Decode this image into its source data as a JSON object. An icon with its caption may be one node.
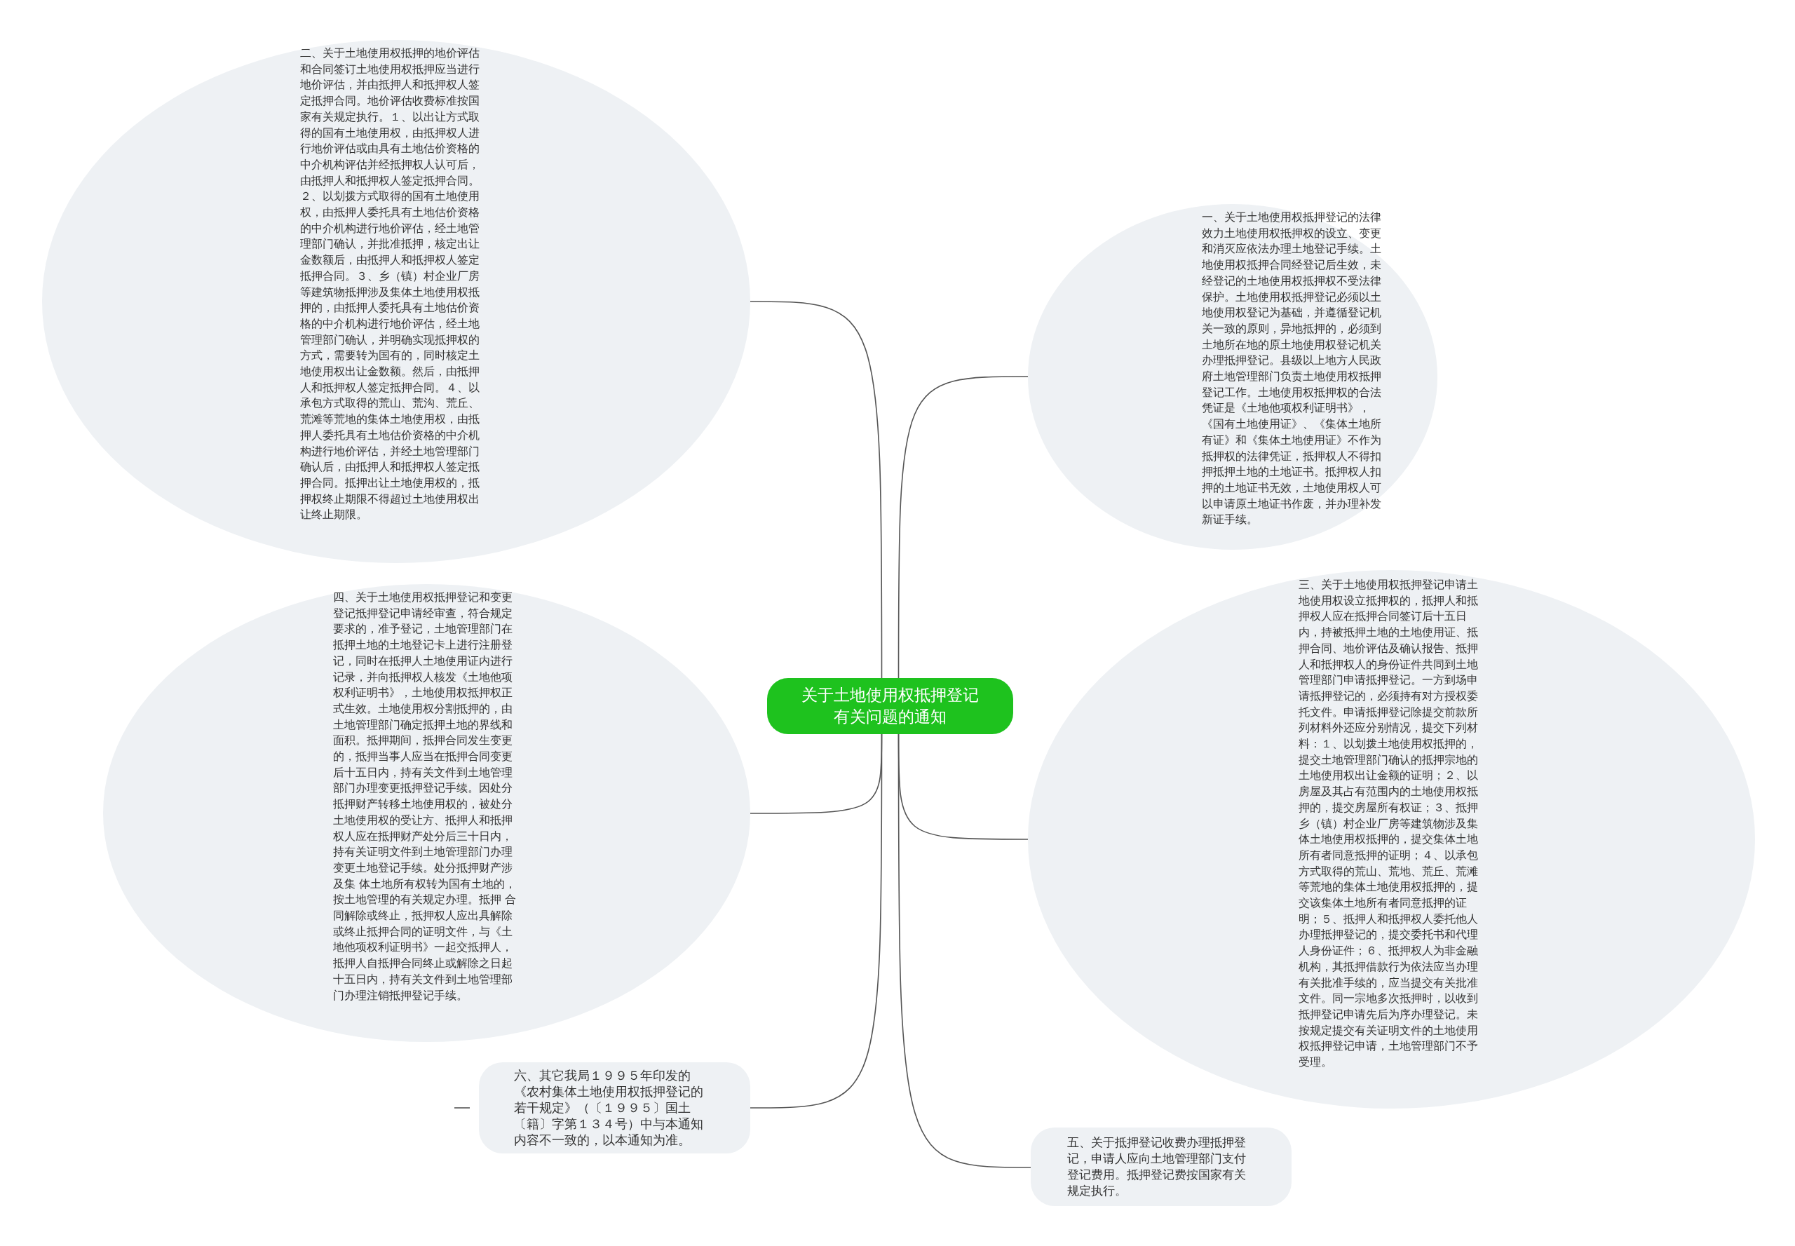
{
  "diagram": {
    "nodes": [
      {
        "text": [
          "关于土地使用权抵押登记有关问题的通知"
        ]
      },
      {
        "text": [
          "二、关于土地使用权抵押的地价评估和合同签订土地使用权抵押应当进行地价评估，并由抵押人和抵押权人签定抵押合同。地价评估收费标准按国家有关规定执行。１、以出让方式取得的国有土地使用权，由抵押权人进行地价评估或由具有土地估价资格的中介机构评估并经抵押权人认可后，由抵押人和抵押权人签定抵押合同。２、以划拨方式取得的国有土地使用权，由抵押人委托具有土地估价资格的中介机构进行地价评估，经土地管理部门确认，并批准抵押，核定出让金数额后，由抵押人和抵押权人签定抵押合同。３、乡（镇）村企业厂房等建筑物抵押涉及集体土地使用权抵押的，由抵押人委托具有土地估价资格的中介机构进行地价评估，经土地管理部门确认，并明确实现抵押权的方式，需要转为国有的，同时核定土地使用权出让金数额。然后，由抵押人和抵押权人签定抵押合同。４、以承包方式取得的荒山、荒沟、荒丘、荒滩等荒地的集体土地使用权，由抵押人委托具有土地估价资格的中介机构进行地价评估，并经土地管理部门确认后，由抵押人和抵押权人签定抵押合同。抵押出让土地使用权的，抵押权终止期限不得超过土地使用权出让终止期限。"
        ]
      },
      {
        "text": [
          "一、关于土地使用权抵押登记的法律效力土地使用权抵押权的设立、变更和消灭应依法办理土地登记手续。土地使用权抵押合同经登记后生效，未经登记的土地使用权抵押权不受法律保护。土地使用权抵押登记必须以土地使用权登记为基础，并遵循登记机关一致的原则，异地抵押的，必须到土地所在地的原土地使用权登记机关办理抵押登记。县级以上地方人民政府土地管理部门负责土地使用权抵押登记工作。土地使用权抵押权的合法凭证是《土地他项权利证明书》，《国有土地使用证》、《集体土地所有证》和《集体土地使用证》不作为抵押权的法律凭证，抵押权人不得扣押抵押土地的土地证书。抵押权人扣押的土地证书无效，土地使用权人可以申请原土地证书作废，并办理补发新证手续。"
        ]
      },
      {
        "text": [
          "四、关于土地使用权抵押登记和变更登记抵押登记申请经审查，符合规定要求的，准予登记，土地管理部门在抵押土地的土地登记卡上进行注册登记，同时在抵押人土地使用证内进行记录，并向抵押权人核发《土地他项权利证明书》，土地使用权抵押权正式生效。土地使用权分割抵押的，由土地管理部门确定抵押土地的界线和面积。抵押期间，抵押合同发生变更的，抵押当事人应当在抵押合同变更后十五日内，持有关文件到土地管理部门办理变更抵押登记手续。因处分抵押财产转移土地使用权的，被处分土地使用权的受让方、抵押人和抵押权人应在抵押财产处分后三十日内，持有关证明文件到土地管理部门办理变更土地登记手续。处分抵押财产涉及集 体土地所有权转为国有土地的，按土地管理的有关规定办理。抵押 合同解除或终止，抵押权人应出具解除或终止抵押合同的证明文件，与《土地他项权利证明书》一起交抵押人，抵押人自抵押合同终止或解除之日起十五日内，持有关文件到土地管理部门办理注销抵押登记手续。"
        ]
      },
      {
        "text": [
          "三、关于土地使用权抵押登记申请土地使用权设立抵押权的，抵押人和抵押权人应在抵押合同签订后十五日内，持被抵押土地的土地使用证、抵押合同、地价评估及确认报告、抵押人和抵押权人的身份证件共同到土地管理部门申请抵押登记。一方到场申请抵押登记的，必须持有对方授权委托文件。申请抵押登记除提交前款所列材料外还应分别情况，提交下列材料：１、以划拨土地使用权抵押的，提交土地管理部门确认的抵押宗地的土地使用权出让金额的证明；２、以房屋及其占有范围内的土地使用权抵押的，提交房屋所有权证；３、抵押乡（镇）村企业厂房等建筑物涉及集体土地使用权抵押的，提交集体土地所有者同意抵押的证明；４、以承包方式取得的荒山、荒地、荒丘、荒滩等荒地的集体土地使用权抵押的，提交该集体土地所有者同意抵押的证明；５、抵押人和抵押权人委托他人办理抵押登记的，提交委托书和代理人身份证件；６、抵押权人为非金融机构，其抵押借款行为依法应当办理有关批准手续的，应当提交有关批准文件。同一宗地多次抵押时，以收到抵押登记申请先后为序办理登记。未按规定提交有关证明文件的土地使用权抵押登记申请，土地管理部门不予受理。"
        ]
      },
      {
        "text": [
          "六、其它我局１９９５年印发的《农村集体土地使用权抵押登记的若干规定》（〔１９９５〕国土〔籍〕字第１３４号）中与本通知内容不一致的，以本通知为准。"
        ]
      },
      {
        "text": [
          "五、关于抵押登记收费办理抵押登记，申请人应向土地管理部门支付登记费用。抵押登记费按国家有关规定执行。"
        ]
      }
    ],
    "edges": [
      {
        "from": 0,
        "to": 1,
        "arrow": "none"
      },
      {
        "from": 0,
        "to": 2,
        "arrow": "none"
      },
      {
        "from": 0,
        "to": 3,
        "arrow": "none"
      },
      {
        "from": 0,
        "to": 4,
        "arrow": "none"
      },
      {
        "from": 0,
        "to": 5,
        "arrow": "none"
      },
      {
        "from": 0,
        "to": 6,
        "arrow": "none"
      }
    ]
  }
}
